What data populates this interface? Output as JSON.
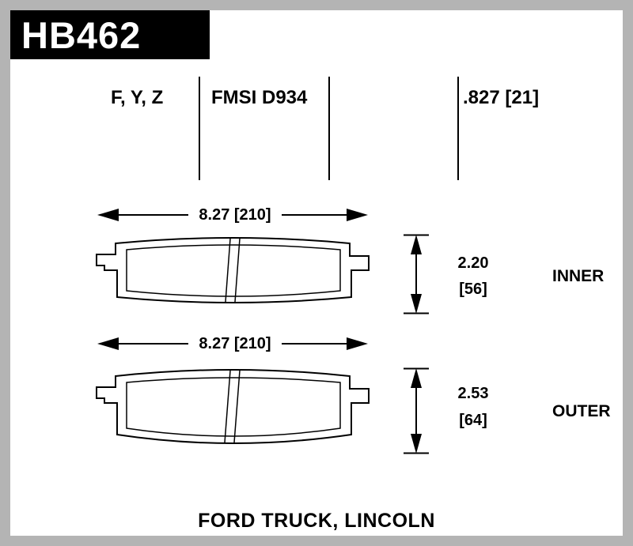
{
  "header": {
    "part_number": "HB462"
  },
  "specs": {
    "compounds": "F, Y, Z",
    "fmsi": "FMSI D934",
    "pad_thickness": ".827 [21]"
  },
  "inner_pad": {
    "width": "8.27 [210]",
    "thickness_in": "2.20",
    "thickness_mm": "[56]",
    "label": "INNER"
  },
  "outer_pad": {
    "width": "8.27 [210]",
    "thickness_in": "2.53",
    "thickness_mm": "[64]",
    "label": "OUTER"
  },
  "footer": {
    "application": "FORD TRUCK, LINCOLN"
  }
}
